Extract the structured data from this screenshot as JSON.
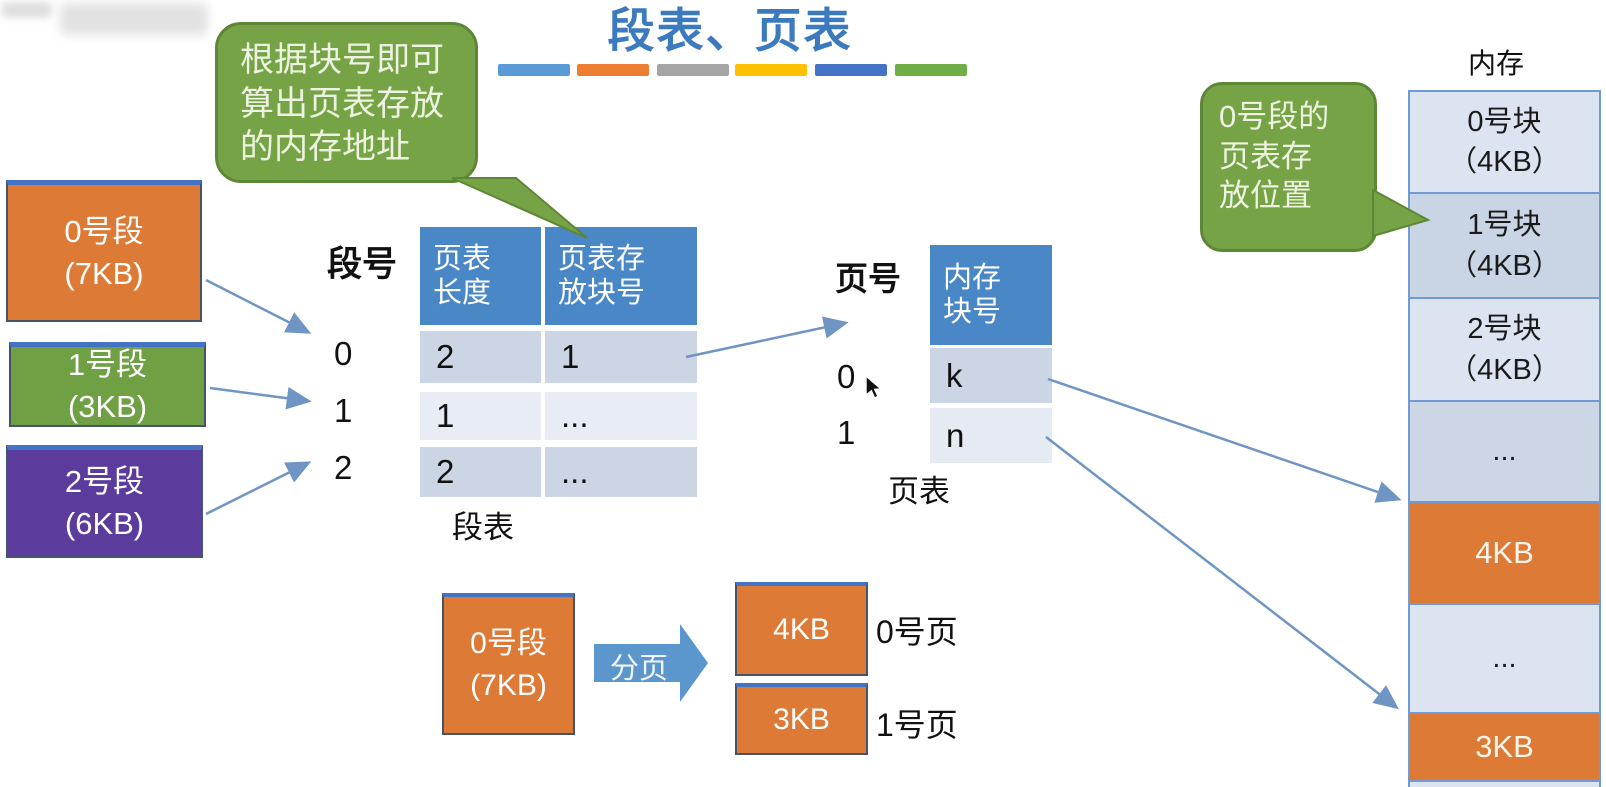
{
  "title": "段表、页表",
  "accent_bars": [
    "#5b9bd5",
    "#ed7d31",
    "#a5a5a5",
    "#ffc000",
    "#4472c4",
    "#70ad47"
  ],
  "callouts": {
    "left": "根据块号即可\n算出页表存放\n的内存地址",
    "right": "0号段的\n页表存\n放位置"
  },
  "segments": [
    {
      "name": "0号段",
      "size": "(7KB)",
      "color": "#dc7a36"
    },
    {
      "name": "1号段",
      "size": "(3KB)",
      "color": "#6fa044"
    },
    {
      "name": "2号段",
      "size": "(6KB)",
      "color": "#5b3c9c"
    }
  ],
  "segment_table": {
    "axis_label": "段号",
    "row_ids": [
      "0",
      "1",
      "2"
    ],
    "headers": [
      "页表\n长度",
      "页表存\n放块号"
    ],
    "rows": [
      [
        "2",
        "1"
      ],
      [
        "1",
        "..."
      ],
      [
        "2",
        "..."
      ]
    ],
    "caption": "段表",
    "header_color": "#4a87c6",
    "row_colors": [
      "#ccd5e3",
      "#e8ecf4",
      "#ccd5e3"
    ]
  },
  "page_table": {
    "axis_label": "页号",
    "row_ids": [
      "0",
      "1"
    ],
    "header": "内存\n块号",
    "rows": [
      "k",
      "n"
    ],
    "caption": "页表",
    "row_colors": [
      "#ccd5e3",
      "#e6eaf2"
    ]
  },
  "memory": {
    "label": "内存",
    "blocks": [
      {
        "text": "0号块\n（4KB）"
      },
      {
        "text": "1号块\n（4KB）"
      },
      {
        "text": "2号块\n（4KB）"
      },
      {
        "text": "..."
      },
      {
        "text": "4KB"
      },
      {
        "text": "..."
      },
      {
        "text": "3KB"
      },
      {
        "text": ""
      }
    ]
  },
  "paging": {
    "segment_name": "0号段",
    "segment_size": "(7KB)",
    "arrow_label": "分页",
    "pages": [
      {
        "size": "4KB",
        "name": "0号页"
      },
      {
        "size": "3KB",
        "name": "1号页"
      }
    ]
  },
  "colors": {
    "title_blue": "#3b7abf",
    "callout_green": "#76a346",
    "arrow_blue": "#6f95c5",
    "paging_arrow_blue": "#5b96cc"
  }
}
